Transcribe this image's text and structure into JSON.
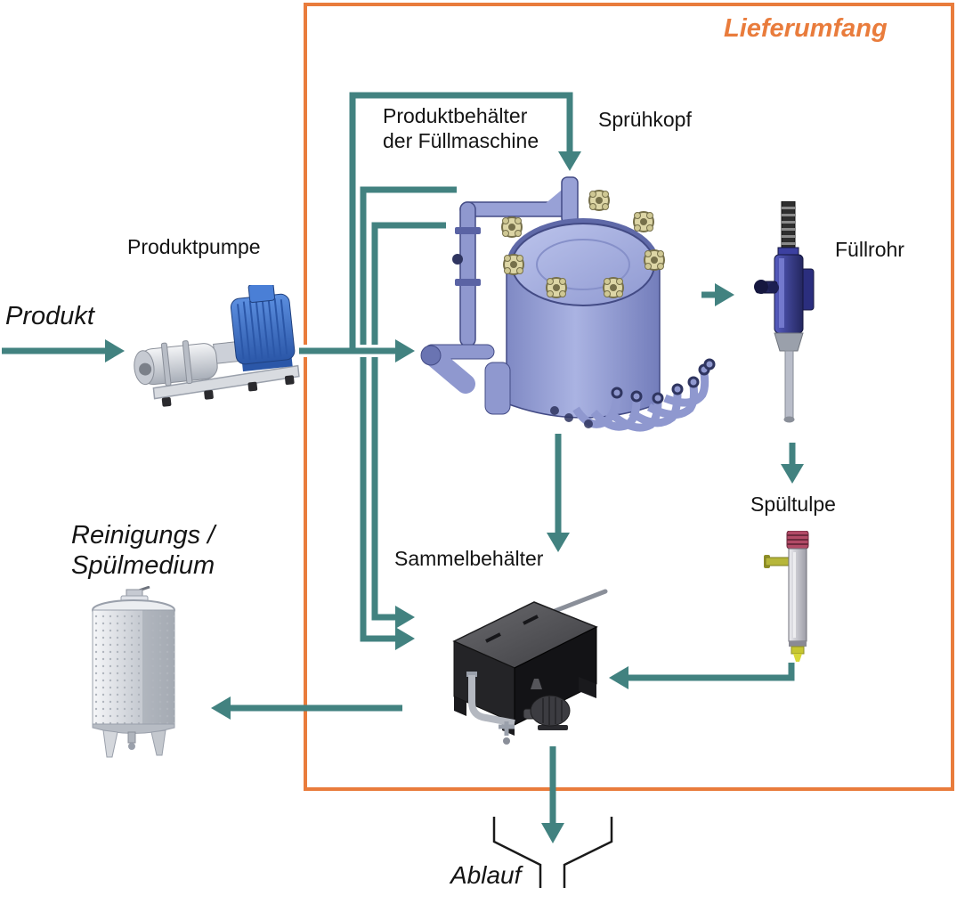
{
  "diagram": {
    "scope_label": "Lieferumfang",
    "labels": {
      "product": "Produkt",
      "product_pump": "Produktpumpe",
      "product_tank_line1": "Produktbehälter",
      "product_tank_line2": "der Füllmaschine",
      "spray_head": "Sprühkopf",
      "filling_tube": "Füllrohr",
      "rinse_tulip": "Spültulpe",
      "cleaning_medium_line1": "Reinigungs /",
      "cleaning_medium_line2": "Spülmedium",
      "collection_tank": "Sammelbehälter",
      "drain": "Ablauf"
    },
    "colors": {
      "flow_line": "#428280",
      "scope_border": "#E97C3C",
      "funnel_line": "#1a1a1a"
    }
  }
}
